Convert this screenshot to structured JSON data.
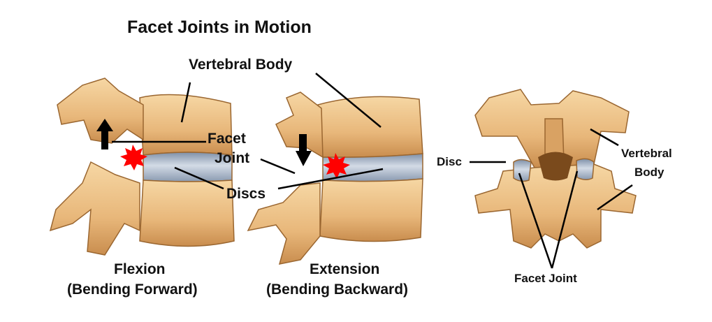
{
  "title": "Facet Joints in Motion",
  "labels": {
    "vertebral_body": "Vertebral Body",
    "facet": "Facet",
    "joint": "Joint",
    "discs": "Discs",
    "flexion": "Flexion",
    "flexion_sub": "(Bending Forward)",
    "extension": "Extension",
    "extension_sub": "(Bending Backward)",
    "disc": "Disc",
    "vertebral": "Vertebral",
    "body": "Body",
    "facet_joint": "Facet Joint"
  },
  "colors": {
    "bone": "#e8b77a",
    "bone_light": "#f6d7a4",
    "bone_dark": "#b8793a",
    "disc": "#a9b7c9",
    "pain_marker": "#ff0000"
  },
  "icons": [
    "arrow-up-icon",
    "arrow-down-icon",
    "pain-burst-icon"
  ]
}
